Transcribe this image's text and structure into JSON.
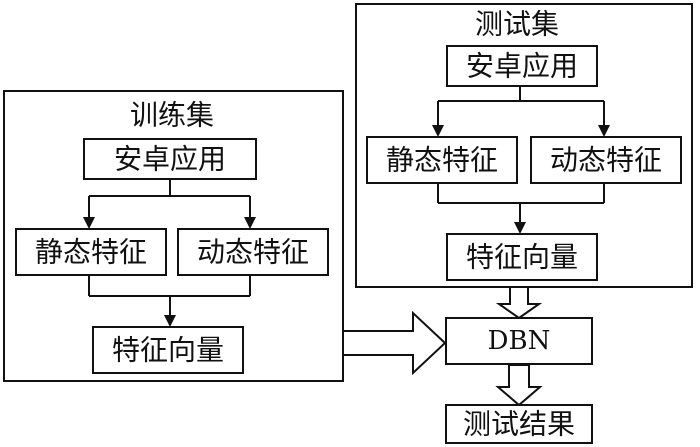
{
  "train": {
    "title": "训练集",
    "app": "安卓应用",
    "static": "静态特征",
    "dynamic": "动态特征",
    "vector": "特征向量"
  },
  "test": {
    "title": "测试集",
    "app": "安卓应用",
    "static": "静态特征",
    "dynamic": "动态特征",
    "vector": "特征向量"
  },
  "model": "DBN",
  "result": "测试结果"
}
